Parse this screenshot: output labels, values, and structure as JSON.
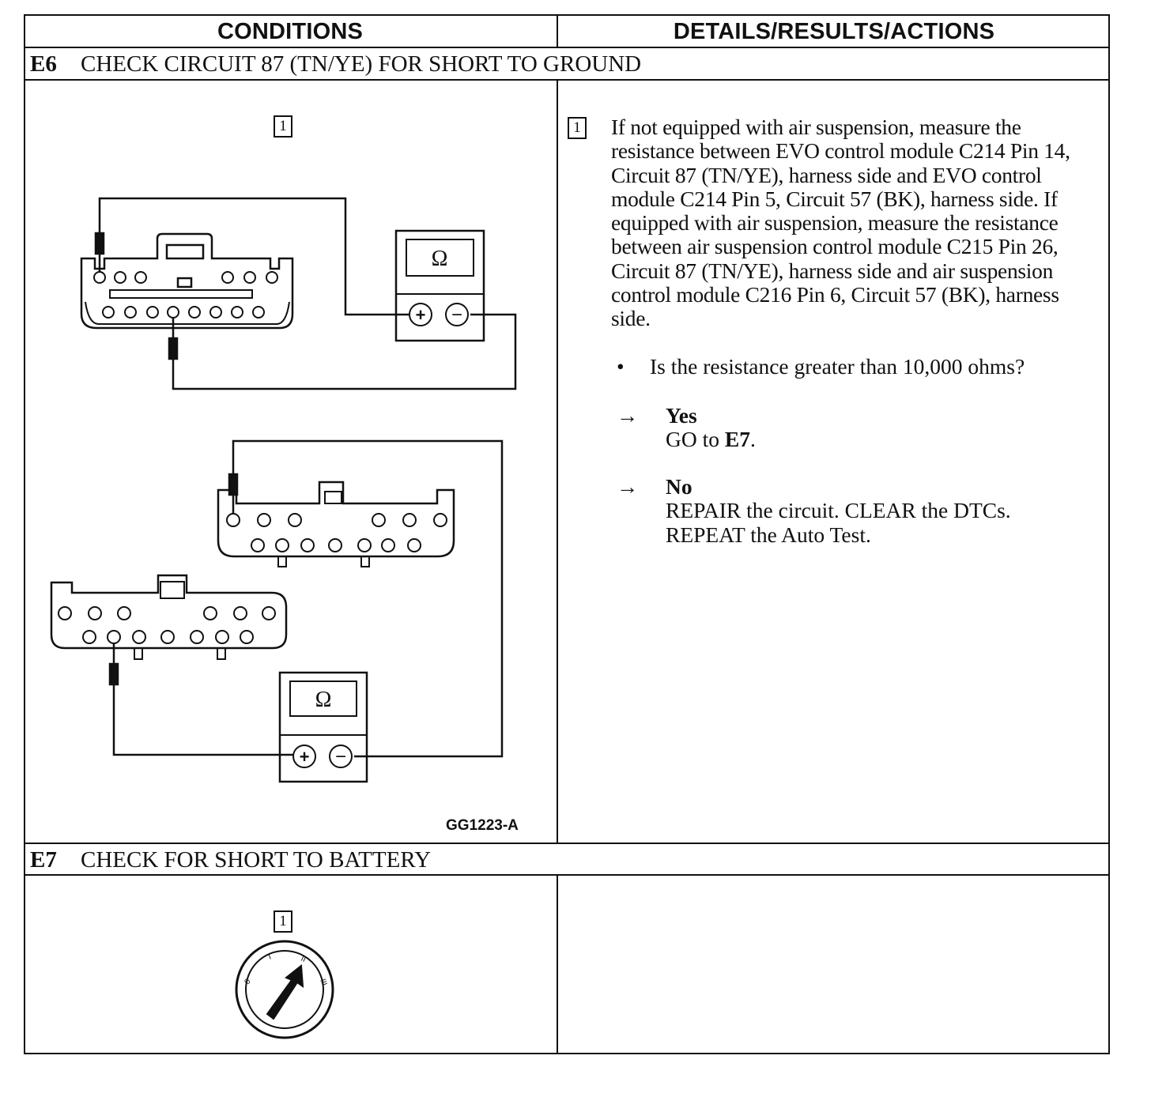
{
  "columns": {
    "conditions": "CONDITIONS",
    "details": "DETAILS/RESULTS/ACTIONS"
  },
  "steps": [
    {
      "id": "E6",
      "title": "CHECK CIRCUIT 87 (TN/YE) FOR SHORT TO GROUND",
      "figure_step": "1",
      "detail_step": "1",
      "detail_text": "If not equipped with air suspension, measure the resistance between EVO control module C214 Pin 14, Circuit 87 (TN/YE), harness side and EVO control module C214 Pin 5, Circuit 57 (BK), harness side. If equipped with air suspension, measure the  resistance between air suspension control module C215 Pin 26, Circuit 87 (TN/YE), harness side and air suspension control module C216 Pin 6, Circuit 57 (BK), harness side.",
      "bullet": "•",
      "question": "Is the resistance greater than 10,000 ohms?",
      "arrow": "→",
      "yes_label": "Yes",
      "yes_action_prefix": "GO to ",
      "yes_action_target": "E7",
      "yes_action_suffix": ".",
      "no_label": "No",
      "no_action_line1": "REPAIR the circuit. CLEAR the DTCs.",
      "no_action_line2": "REPEAT the Auto Test.",
      "figure_ref": "GG1223-A",
      "meter_symbol": "Ω",
      "plus_symbol": "+",
      "minus_symbol": "−"
    },
    {
      "id": "E7",
      "title": "CHECK FOR SHORT TO BATTERY",
      "figure_step": "1",
      "ignition_marks": [
        "0",
        "I",
        "II",
        "III"
      ]
    }
  ]
}
